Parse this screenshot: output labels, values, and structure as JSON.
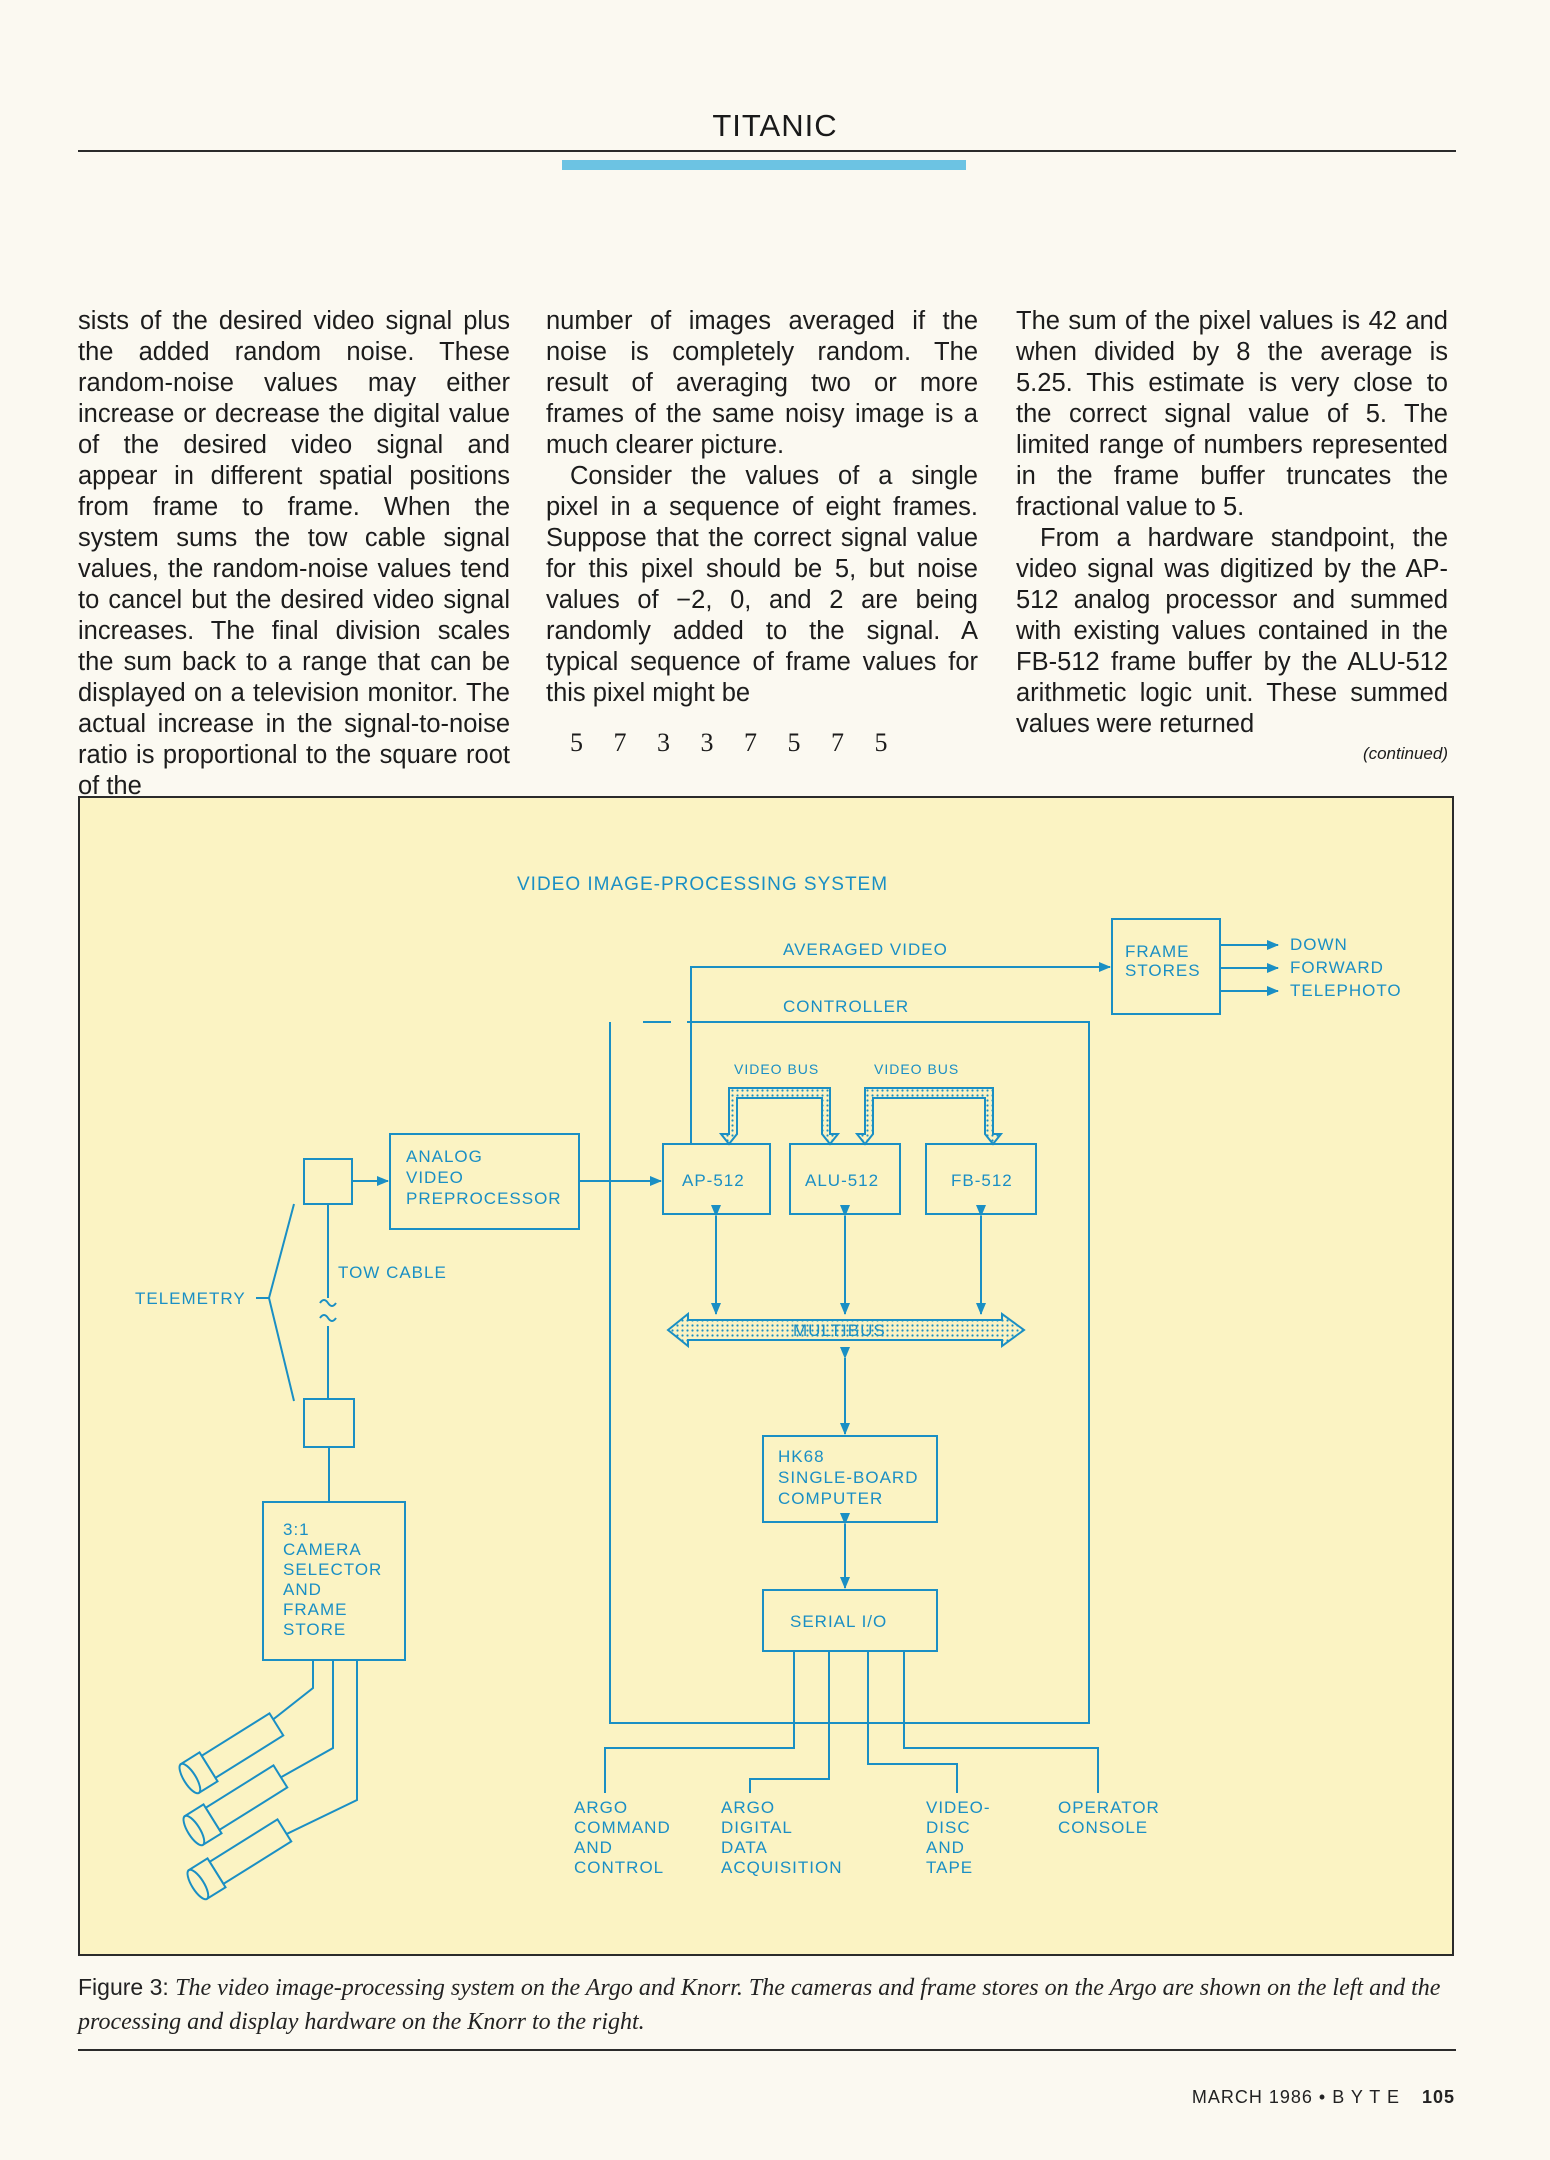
{
  "header": {
    "title": "TITANIC"
  },
  "columns": {
    "col1": "sists of the desired video signal plus the added random noise. These random-noise values may either increase or decrease the digital value of the desired video signal and appear in different spatial positions from frame to frame. When the system sums the tow cable signal values, the random-noise values tend to cancel but the desired video signal increases. The final division scales the sum back to a range that can be displayed on a television monitor. The actual increase in the signal-to-noise ratio is proportional to the square root of the",
    "col2_p1": "number of images averaged if the noise is completely random. The result of averaging two or more frames of the same noisy image is a much clearer picture.",
    "col2_p2": "Consider the values of a single pixel in a sequence of eight frames. Suppose that the correct signal value for this pixel should be 5, but noise values of −2, 0, and 2 are being randomly added to the signal. A typical sequence of frame values for this pixel might be",
    "col2_seq": "5 7 3 3 7 5 7 5",
    "col3_p1": "The sum of the pixel values is 42 and when divided by 8 the average is 5.25. This estimate is very close to the correct signal value of 5. The limited range of numbers represented in the frame buffer truncates the fractional value to 5.",
    "col3_p2": "From a hardware standpoint, the video signal was digitized by the AP-512 analog processor and summed with existing values contained in the FB-512 frame buffer by the ALU-512 arithmetic logic unit. These summed values were returned",
    "continued": "(continued)"
  },
  "figure": {
    "title": "VIDEO IMAGE-PROCESSING SYSTEM",
    "averaged_video": "AVERAGED VIDEO",
    "controller": "CONTROLLER",
    "video_bus_1": "VIDEO BUS",
    "video_bus_2": "VIDEO BUS",
    "frame_stores": [
      "FRAME",
      "STORES"
    ],
    "outputs": [
      "DOWN",
      "FORWARD",
      "TELEPHOTO"
    ],
    "analog_preprocessor": [
      "ANALOG",
      "VIDEO",
      "PREPROCESSOR"
    ],
    "ap512": "AP-512",
    "alu512": "ALU-512",
    "fb512": "FB-512",
    "multibus": "MULTIBUS",
    "tow_cable": "TOW CABLE",
    "telemetry": "TELEMETRY",
    "hk68": [
      "HK68",
      "SINGLE-BOARD",
      "COMPUTER"
    ],
    "serial_io": "SERIAL I/O",
    "camera_selector": [
      "3:1",
      "CAMERA",
      "SELECTOR",
      "AND",
      "FRAME",
      "STORE"
    ],
    "argo_command": [
      "ARGO",
      "COMMAND",
      "AND",
      "CONTROL"
    ],
    "argo_digital": [
      "ARGO",
      "DIGITAL",
      "DATA",
      "ACQUISITION"
    ],
    "videodisc": [
      "VIDEO-",
      "DISC",
      "AND",
      "TAPE"
    ],
    "operator_console": [
      "OPERATOR",
      "CONSOLE"
    ],
    "line_color": "#1a8fc4",
    "fill_color": "#fbf3c3"
  },
  "caption": {
    "label": "Figure 3:",
    "text": "The video image-processing system on the Argo and Knorr. The cameras and frame stores on the Argo are shown on the left and the processing and display hardware on the Knorr to the right."
  },
  "footer": {
    "issue": "MARCH 1986 • B Y T E",
    "page": "105"
  }
}
